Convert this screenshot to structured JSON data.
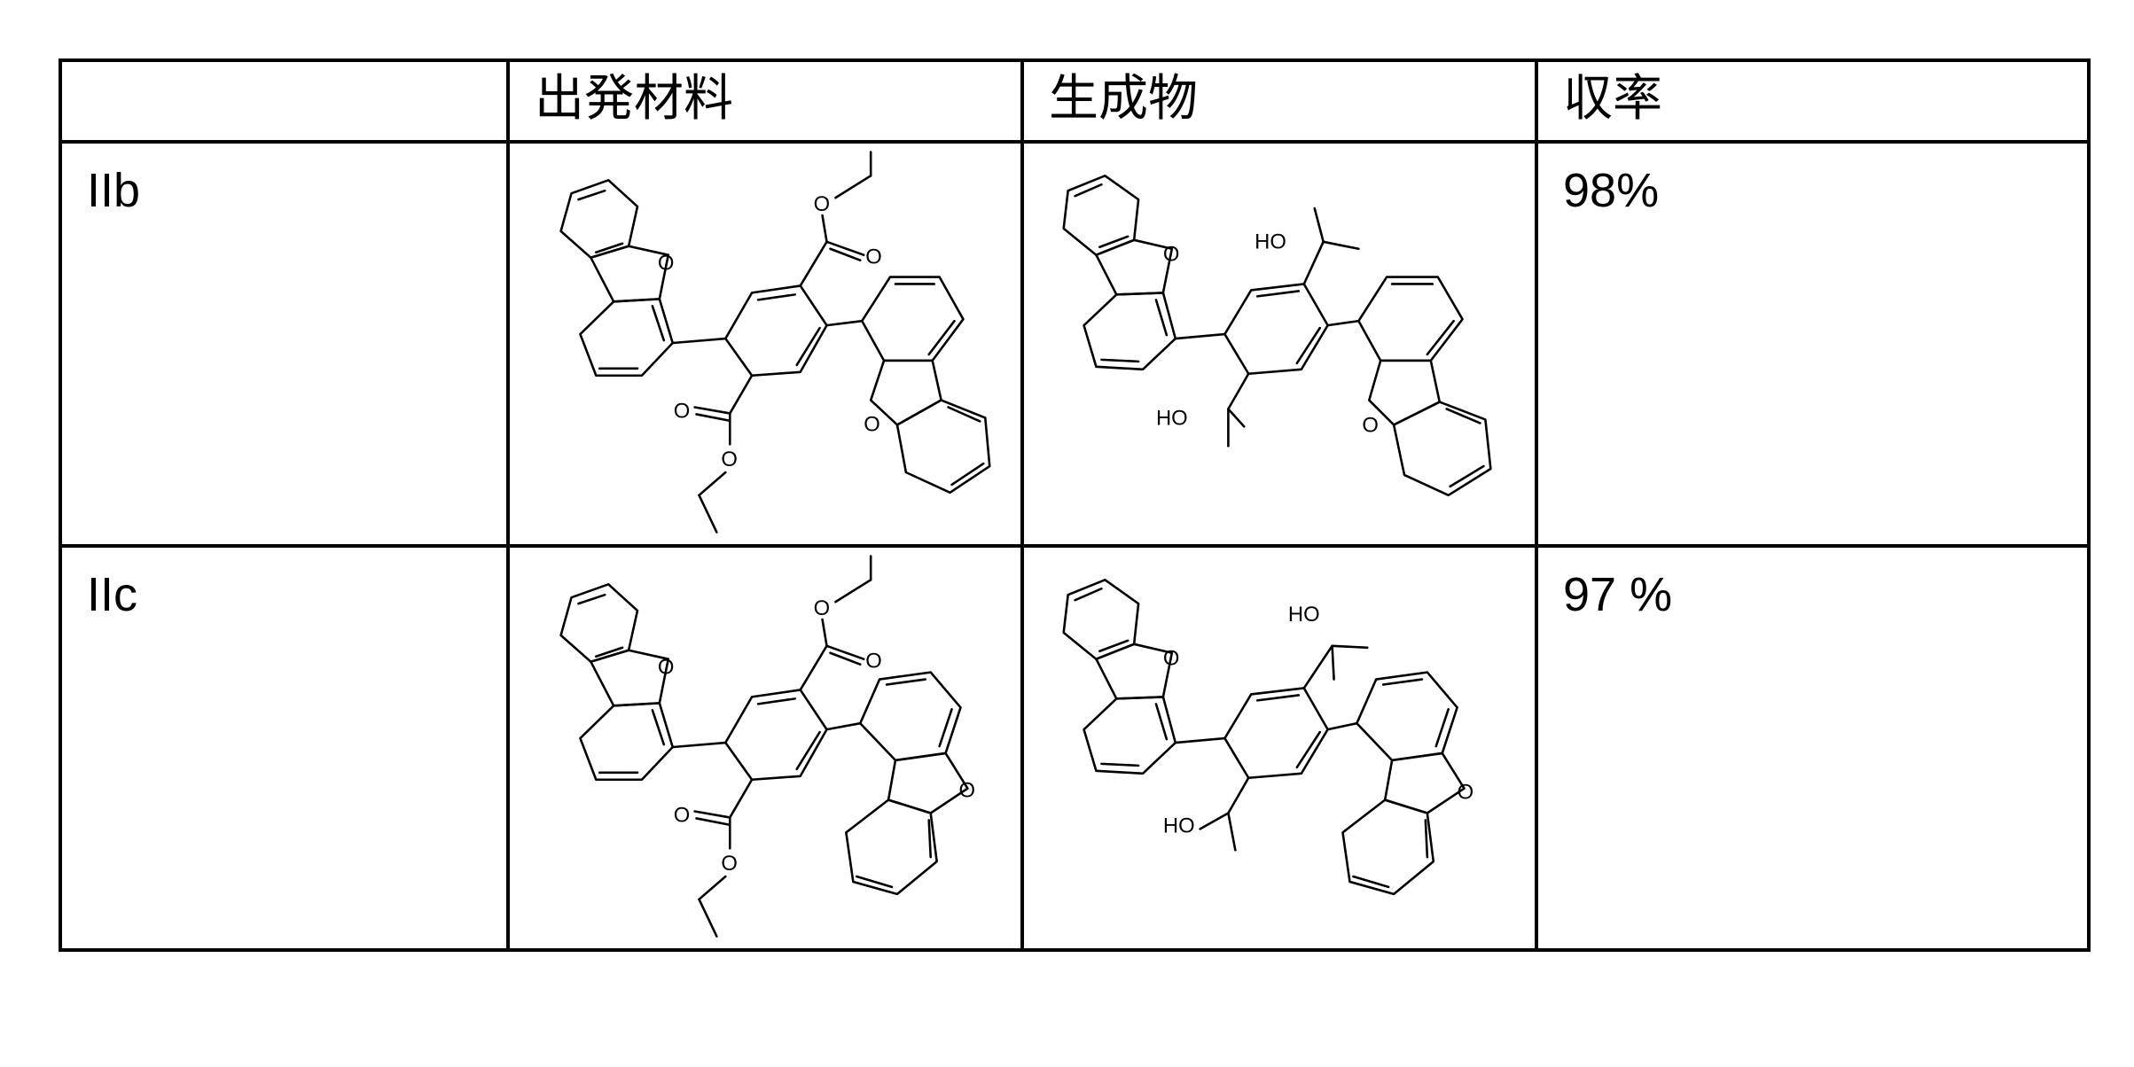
{
  "table": {
    "headers": [
      "",
      "出発材料",
      "生成物",
      "収率"
    ],
    "rows": [
      {
        "label": "IIb",
        "yield": "98%",
        "starting_material_labels": [
          "O",
          "O",
          "O",
          "O",
          "O",
          "O"
        ],
        "product_labels": [
          "O",
          "HO",
          "HO",
          "O"
        ]
      },
      {
        "label": "IIc",
        "yield": "97 %",
        "starting_material_labels": [
          "O",
          "O",
          "O",
          "O",
          "O",
          "O"
        ],
        "product_labels": [
          "O",
          "HO",
          "HO",
          "O"
        ]
      }
    ]
  }
}
